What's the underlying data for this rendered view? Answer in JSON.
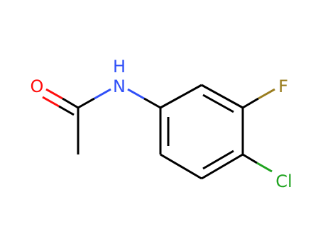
{
  "structure": {
    "atoms": {
      "oxygen": {
        "label": "O",
        "color": "#ff0d0d"
      },
      "nitrogen": {
        "label": "N",
        "color": "#3050f8"
      },
      "hydrogen": {
        "label": "H",
        "color": "#3050f8"
      },
      "fluorine": {
        "label": "F",
        "color": "#9a7d1f"
      },
      "chlorine": {
        "label": "Cl",
        "color": "#1fa31f"
      }
    },
    "bond_color": "#000000"
  }
}
